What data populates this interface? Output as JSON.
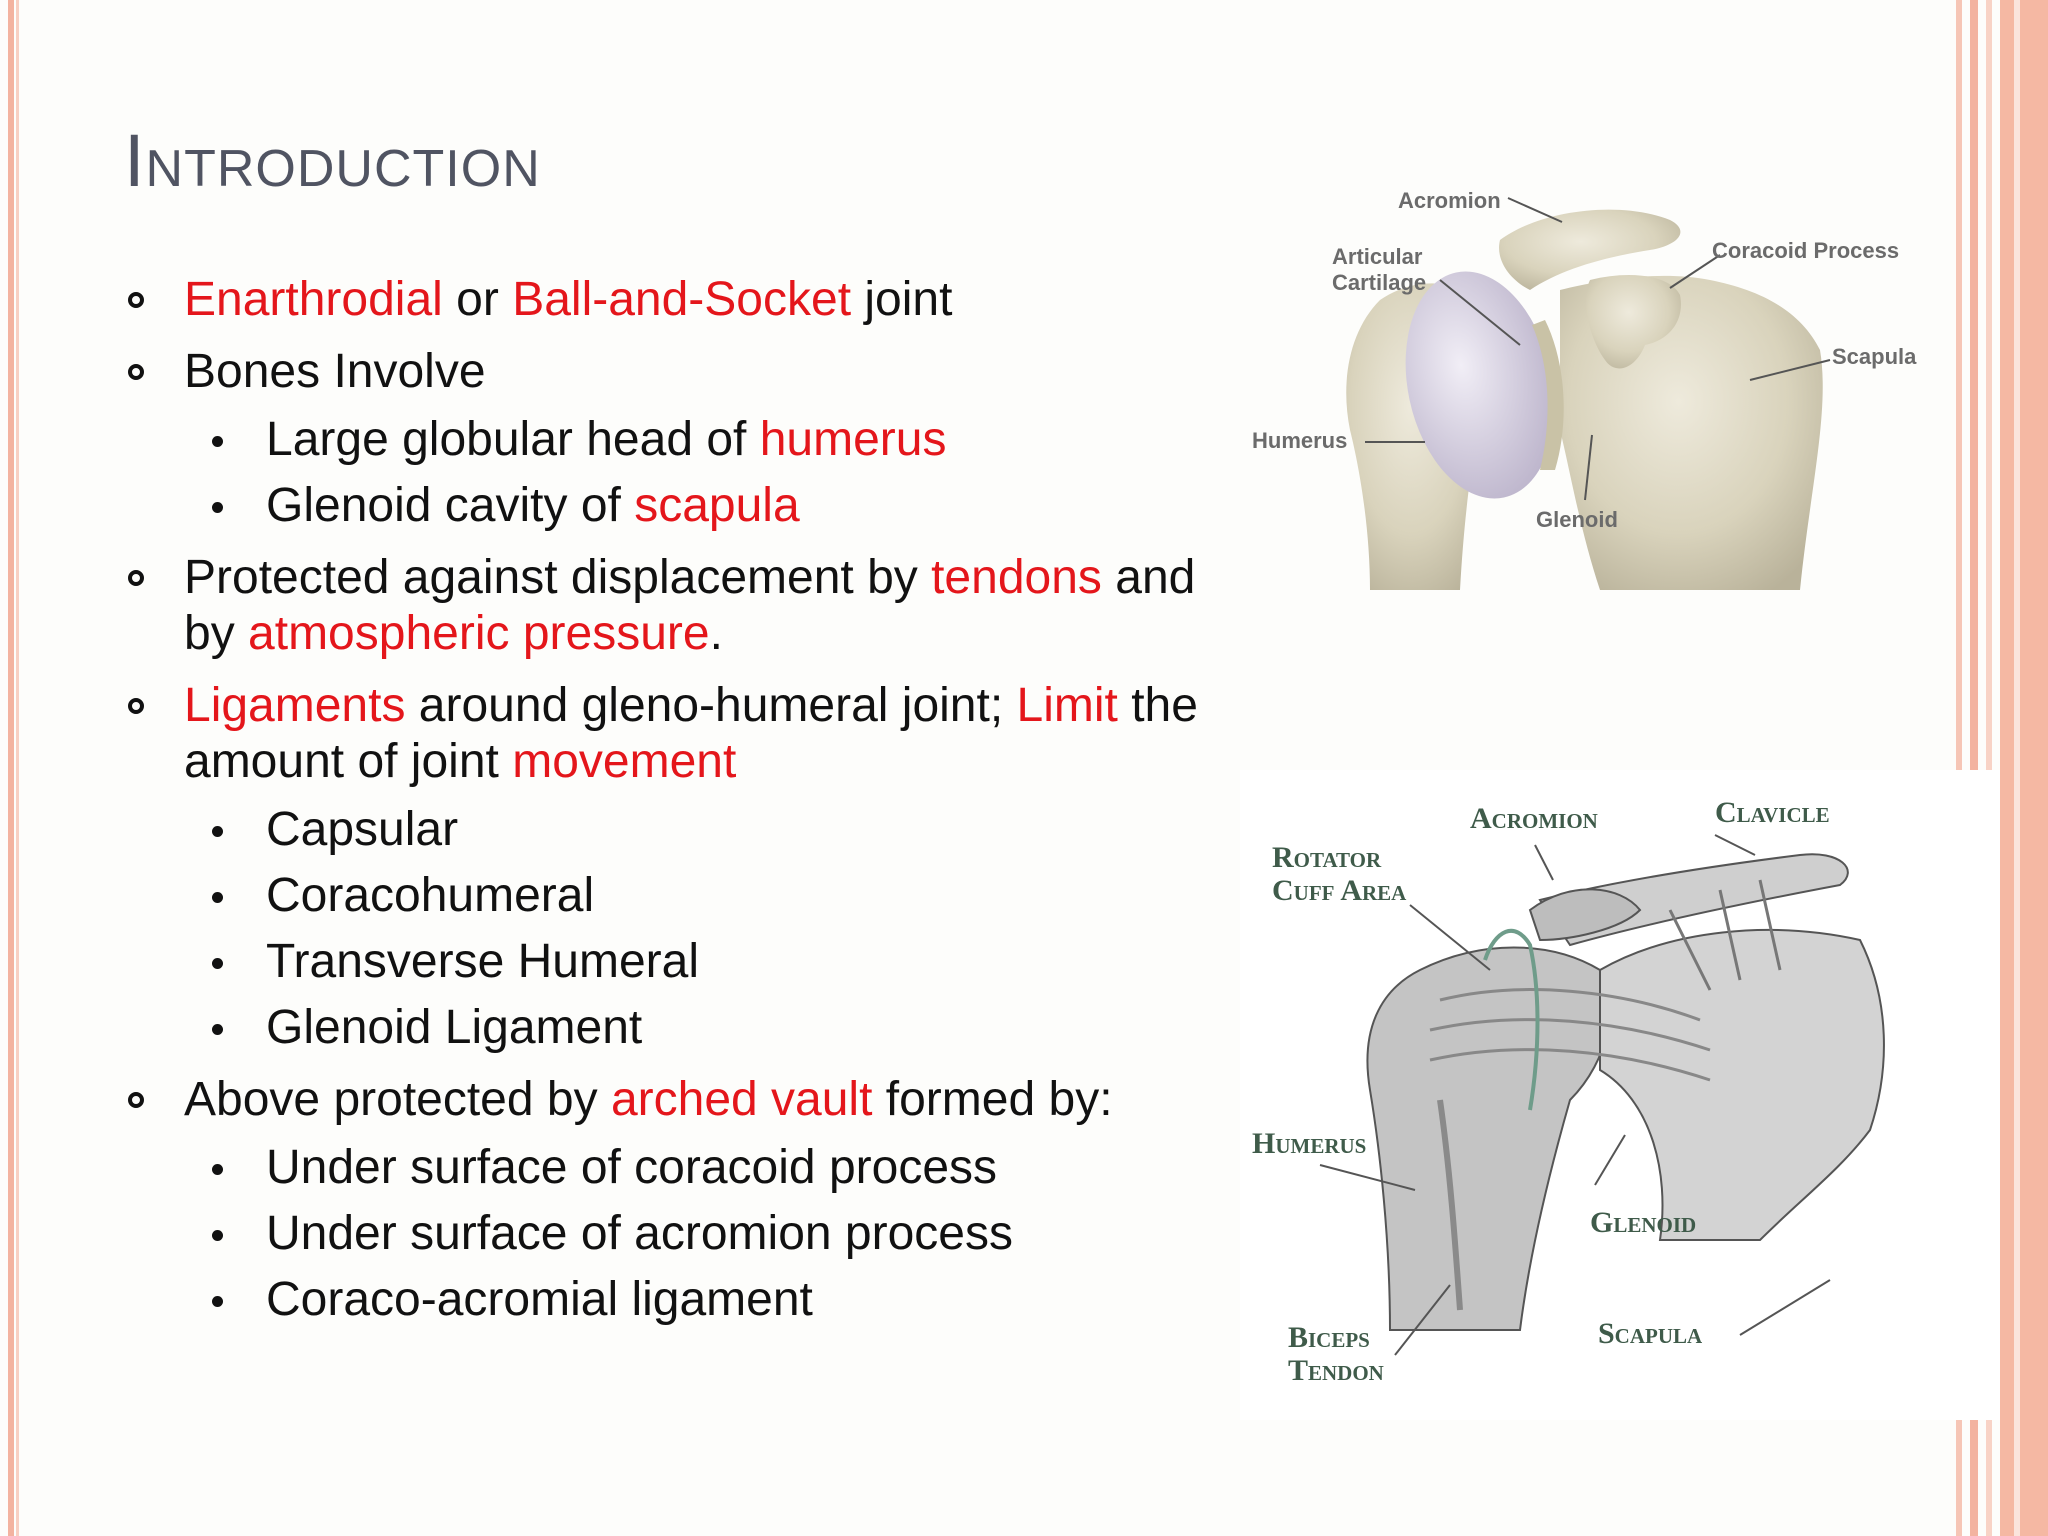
{
  "slide": {
    "title": "Introduction",
    "bullets": [
      {
        "parts": [
          {
            "text": "Enarthrodial",
            "color": "red"
          },
          {
            "text": " or "
          },
          {
            "text": "Ball-and-Socket",
            "color": "red"
          },
          {
            "text": " joint"
          }
        ]
      },
      {
        "parts": [
          {
            "text": "Bones Involve"
          }
        ],
        "sub": [
          {
            "parts": [
              {
                "text": "Large globular head of "
              },
              {
                "text": "humerus",
                "color": "red"
              }
            ]
          },
          {
            "parts": [
              {
                "text": "Glenoid cavity of "
              },
              {
                "text": "scapula",
                "color": "red"
              }
            ]
          }
        ]
      },
      {
        "parts": [
          {
            "text": "Protected against displacement by "
          },
          {
            "text": "tendons",
            "color": "red"
          },
          {
            "text": " and by "
          },
          {
            "text": "atmospheric pressure",
            "color": "red"
          },
          {
            "text": "."
          }
        ]
      },
      {
        "parts": [
          {
            "text": "Ligaments",
            "color": "red"
          },
          {
            "text": " around gleno-humeral joint; "
          },
          {
            "text": "Limit",
            "color": "red"
          },
          {
            "text": " the amount of joint "
          },
          {
            "text": "movement",
            "color": "red"
          }
        ],
        "sub": [
          {
            "parts": [
              {
                "text": "Capsular"
              }
            ]
          },
          {
            "parts": [
              {
                "text": "Coracohumeral"
              }
            ]
          },
          {
            "parts": [
              {
                "text": "Transverse Humeral"
              }
            ]
          },
          {
            "parts": [
              {
                "text": "Glenoid Ligament"
              }
            ]
          }
        ]
      },
      {
        "parts": [
          {
            "text": "Above protected by "
          },
          {
            "text": "arched vault",
            "color": "red"
          },
          {
            "text": " formed by:"
          }
        ],
        "sub": [
          {
            "parts": [
              {
                "text": "Under surface of coracoid process"
              }
            ]
          },
          {
            "parts": [
              {
                "text": "Under surface of acromion process"
              }
            ]
          },
          {
            "parts": [
              {
                "text": "Coraco-acromial ligament"
              }
            ]
          }
        ]
      }
    ]
  },
  "figure_top": {
    "labels": {
      "acromion": "Acromion",
      "articular_1": "Articular",
      "articular_2": "Cartilage",
      "coracoid": "Coracoid Process",
      "scapula": "Scapula",
      "humerus": "Humerus",
      "glenoid": "Glenoid"
    }
  },
  "figure_bottom": {
    "labels": {
      "acromion": "Acromion",
      "clavicle": "Clavicle",
      "rotator_1": "Rotator",
      "rotator_2": "Cuff Area",
      "humerus": "Humerus",
      "glenoid": "Glenoid",
      "biceps_1": "Biceps",
      "biceps_2": "Tendon",
      "scapula": "Scapula"
    }
  },
  "colors": {
    "accent": "#e4161b",
    "title": "#505462",
    "stripe": "#f3b3a0"
  }
}
